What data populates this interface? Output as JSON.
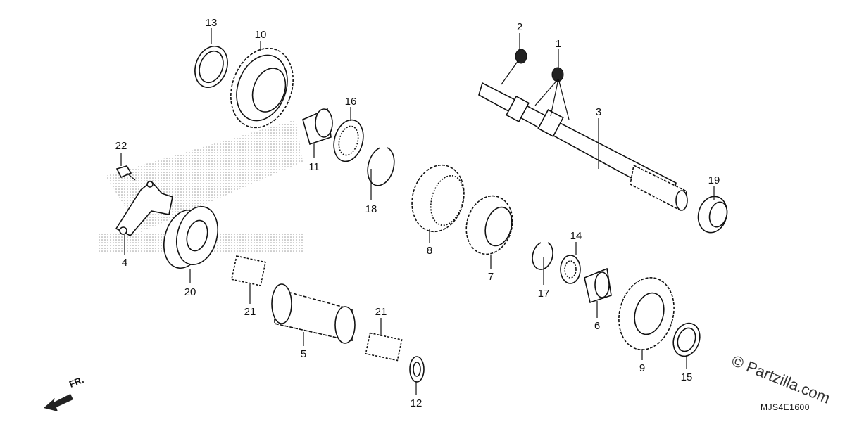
{
  "callouts": [
    "1",
    "2",
    "3",
    "4",
    "5",
    "6",
    "7",
    "8",
    "9",
    "10",
    "11",
    "12",
    "13",
    "14",
    "15",
    "16",
    "17",
    "18",
    "19",
    "20",
    "21",
    "21",
    "22"
  ],
  "front_label": "FR.",
  "diagram_code": "MJS4E1600",
  "watermark": "© Partzilla.com",
  "colors": {
    "ink": "#111111",
    "stipple": "#9a9a9a"
  }
}
